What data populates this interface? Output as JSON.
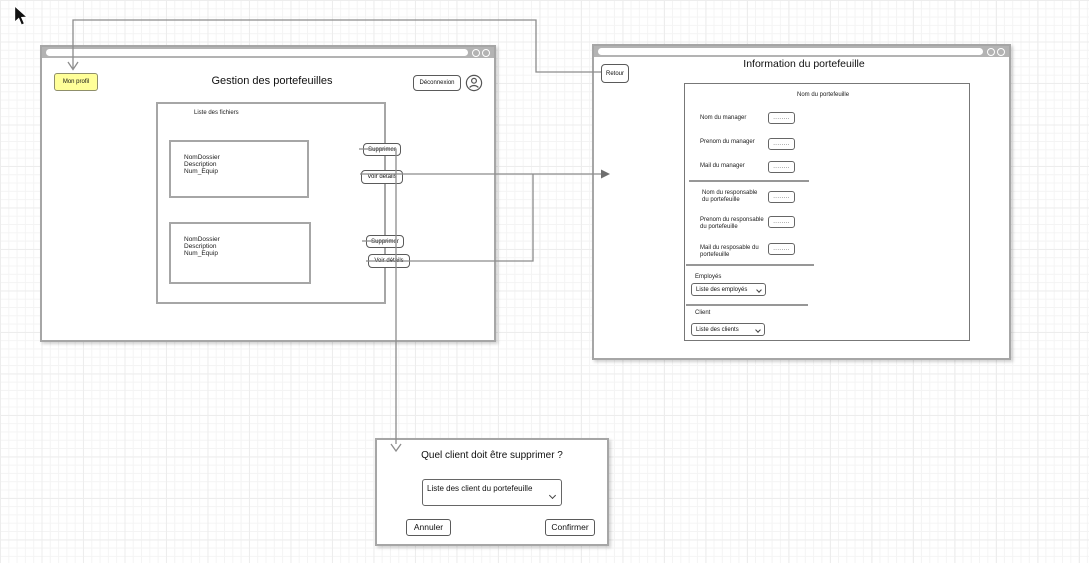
{
  "portfolio_window": {
    "title": "Gestion des portefeuilles",
    "profile_button": "Mon profil",
    "logout_button": "Déconnexion",
    "file_list": {
      "title": "Liste des fichiers",
      "items": [
        {
          "name": "NomDossier",
          "description": "Description",
          "team": "Num_Equip",
          "delete_button": "Supprimer",
          "details_button": "Voir détails"
        },
        {
          "name": "NomDossier",
          "description": "Description",
          "team": "Num_Equip",
          "delete_button": "Supprimer",
          "details_button": "Voir détails"
        }
      ]
    }
  },
  "info_window": {
    "title": "Information du portefeuille",
    "back_button": "Retour",
    "form": {
      "title": "Nom du portefeuille",
      "fields": [
        {
          "label": "Nom du manager",
          "value": "........"
        },
        {
          "label": "Prenom du manager",
          "value": "........"
        },
        {
          "label": "Mail du manager",
          "value": "........"
        },
        {
          "label": "Nom du responsable\ndu portefeuille",
          "value": "........"
        },
        {
          "label": "Prenom du responsable\ndu portefeuille",
          "value": "........"
        },
        {
          "label": "Mail du resposable du\nportefeuille",
          "value": "........"
        }
      ],
      "employees_section": {
        "label": "Employés",
        "dropdown": "Liste des employés"
      },
      "client_section": {
        "label": "Client",
        "dropdown": "Liste des clients"
      }
    }
  },
  "delete_dialog": {
    "title": "Quel client doit être supprimer ?",
    "dropdown": "Liste des client du portefeuille",
    "cancel_button": "Annuler",
    "confirm_button": "Confirmer"
  },
  "colors": {
    "highlight": "#ffff99",
    "window_border": "#a6a6a6",
    "connector": "#8c8c8c",
    "chrome_bar": "#b3b3b3"
  }
}
